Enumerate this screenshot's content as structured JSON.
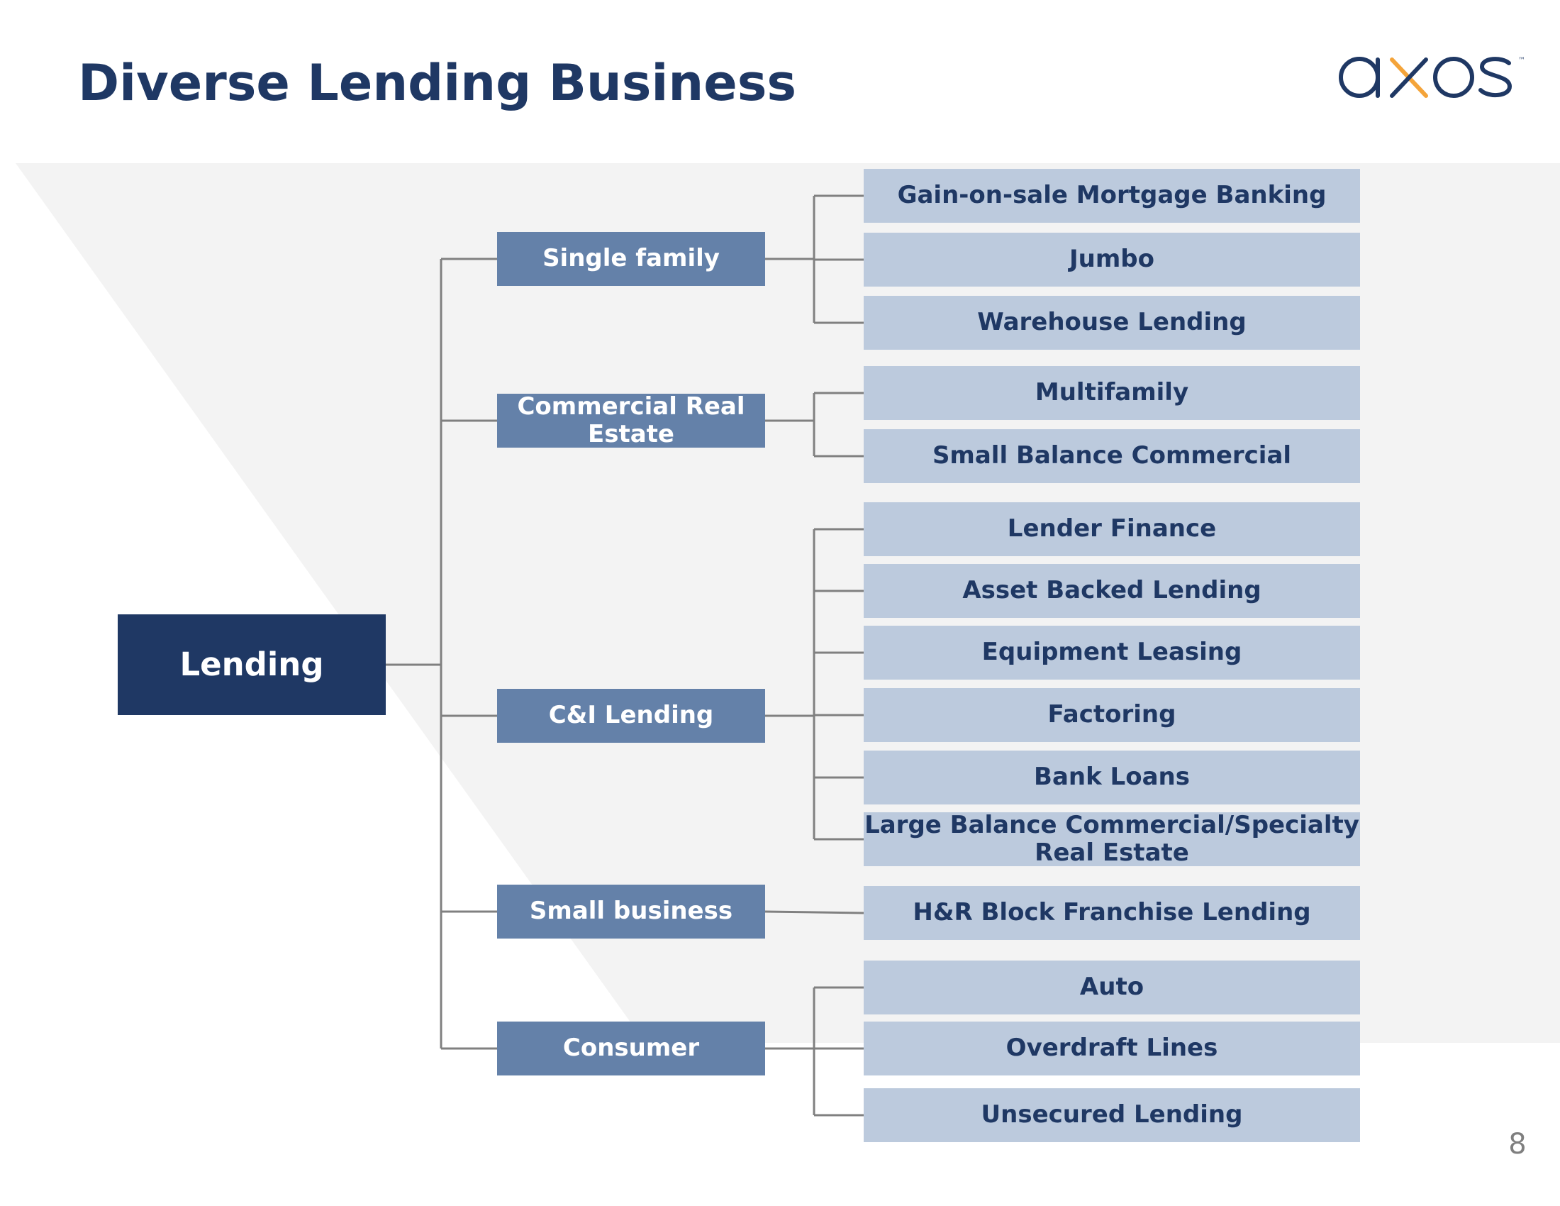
{
  "title": "Diverse Lending Business",
  "logo": {
    "text": "axos",
    "trademark": "™",
    "colors": {
      "primary": "#1f3864",
      "accent": "#f4a43a"
    }
  },
  "page_number": "8",
  "colors": {
    "root": "#1f3864",
    "category": "#6481a9",
    "leaf": "#bccadd",
    "leaf_text": "#1f3864",
    "connector": "#808080",
    "background_shape": "#f3f3f3"
  },
  "diagram": {
    "root": "Lending",
    "categories": [
      {
        "label": "Single family",
        "items": [
          "Gain-on-sale Mortgage Banking",
          "Jumbo",
          "Warehouse Lending"
        ]
      },
      {
        "label": "Commercial Real Estate",
        "items": [
          "Multifamily",
          "Small Balance Commercial"
        ]
      },
      {
        "label": "C&I Lending",
        "items": [
          "Lender Finance",
          "Asset Backed Lending",
          "Equipment Leasing",
          "Factoring",
          "Bank Loans",
          "Large Balance Commercial/Specialty Real Estate"
        ]
      },
      {
        "label": "Small business",
        "items": [
          "H&R Block Franchise Lending"
        ]
      },
      {
        "label": "Consumer",
        "items": [
          "Auto",
          "Overdraft Lines",
          "Unsecured Lending"
        ]
      }
    ]
  }
}
